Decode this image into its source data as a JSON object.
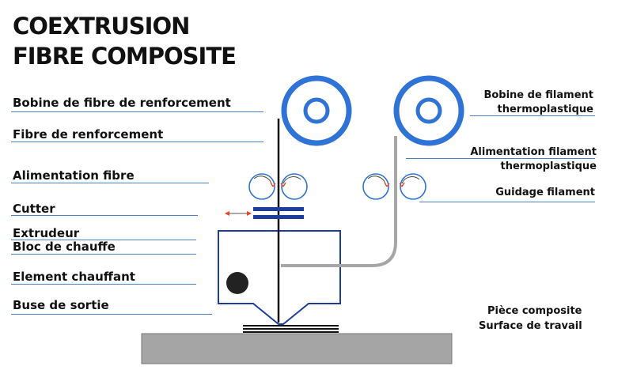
{
  "title": {
    "line1": "COEXTRUSION",
    "line2": "FIBRE COMPOSITE"
  },
  "left_labels": {
    "bobine_fibre": "Bobine de fibre de renforcement",
    "fibre": "Fibre de renforcement",
    "alimentation_fibre": "Alimentation fibre",
    "cutter": "Cutter",
    "extrudeur": "Extrudeur",
    "bloc_chauffe": "Bloc de chauffe",
    "element_chauffant": "Element chauffant",
    "buse": "Buse de sortie"
  },
  "right_labels": {
    "bobine_thermo_1": "Bobine de filament",
    "bobine_thermo_2": "thermoplastique",
    "alim_thermo_1": "Alimentation filament",
    "alim_thermo_2": "thermoplastique",
    "guidage": "Guidage filament"
  },
  "bottom_labels": {
    "piece": "Pièce composite",
    "surface": "Surface de travail"
  },
  "colors": {
    "accent_blue": "#2f73d6",
    "line_blue": "#4a7fc8",
    "thermo_gray": "#a6a6a6",
    "fiber_black": "#111111",
    "bed_gray": "#a5a5a5",
    "arrow_red": "#e8462a",
    "nozzle_blue": "#1f3e9c"
  }
}
